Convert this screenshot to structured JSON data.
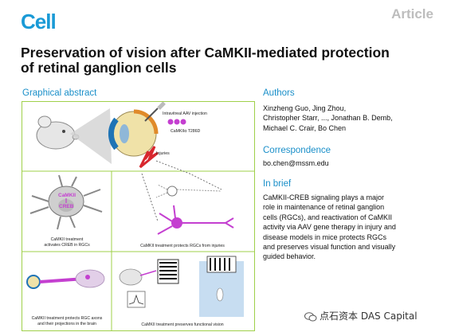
{
  "header": {
    "logo": "Cell",
    "article_type": "Article"
  },
  "paper": {
    "title": "Preservation of vision after CaMKII-mediated protection of retinal ganglion cells"
  },
  "graphical_abstract": {
    "heading": "Graphical abstract",
    "labels": {
      "injection": "Intravitreal AAV injection",
      "construct": "CaMKIIα T286D",
      "injuries": "Injuries",
      "camkii": "CaMKII",
      "creb": "CREB",
      "panel1_caption_line1": "CaMKII treatment",
      "panel1_caption_line2": "activates CREB in RGCs",
      "panel2_caption": "CaMKII treatment protects RGCs from injuries",
      "panel3_caption_line1": "CaMKII treatment protects RGC axons",
      "panel3_caption_line2": "and their projections in the brain",
      "panel4_caption": "CaMKII treatment preserves functional vision"
    },
    "colors": {
      "border": "#9fd04a",
      "magenta": "#c43fd0",
      "purple_light": "#c9a0e6",
      "eye_blue": "#1f74b5",
      "injury_red": "#d8272e"
    }
  },
  "sidebar": {
    "authors_heading": "Authors",
    "authors_lines": [
      "Xinzheng Guo, Jing Zhou,",
      "Christopher Starr, ..., Jonathan B. Demb,",
      "Michael C. Crair, Bo Chen"
    ],
    "correspondence_heading": "Correspondence",
    "email": "bo.chen@mssm.edu",
    "brief_heading": "In brief",
    "brief_lines": [
      "CaMKII-CREB signaling plays a major",
      "role in maintenance of retinal ganglion",
      "cells (RGCs), and reactivation of CaMKII",
      "activity via AAV gene therapy in injury and",
      "disease models in mice protects RGCs",
      "and preserves visual function and visually",
      "guided behavior."
    ]
  },
  "watermark": {
    "text": "点石资本 DAS Capital"
  }
}
